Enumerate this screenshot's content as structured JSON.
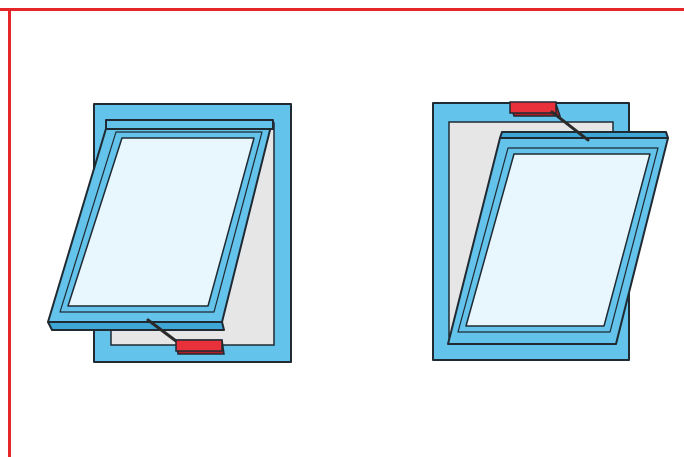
{
  "colors": {
    "border": "#e4262b",
    "frame": "#63c3ea",
    "outline": "#1f2a33",
    "glass": "#e8f6fd",
    "recess": "#e6e6e6",
    "handle": "#e8313a",
    "handle_shade": "#b31e24",
    "arm": "#2a2a2a"
  },
  "figures": [
    {
      "name": "top-hung-window",
      "handle_position": "bottom"
    },
    {
      "name": "bottom-hung-window",
      "handle_position": "top"
    }
  ]
}
